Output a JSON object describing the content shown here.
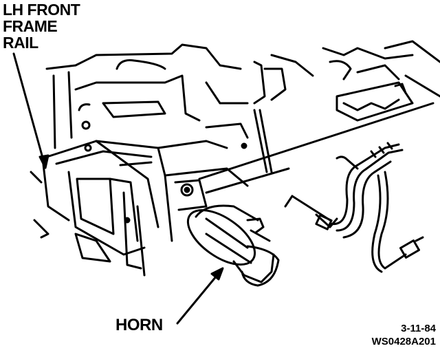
{
  "labels": {
    "frame_rail": [
      "LH FRONT",
      "FRAME",
      "RAIL"
    ],
    "horn": "HORN"
  },
  "figure": {
    "date_code": "3-11-84",
    "figure_id": "WS0428A201"
  },
  "colors": {
    "ink": "#000000",
    "paper": "#ffffff"
  }
}
